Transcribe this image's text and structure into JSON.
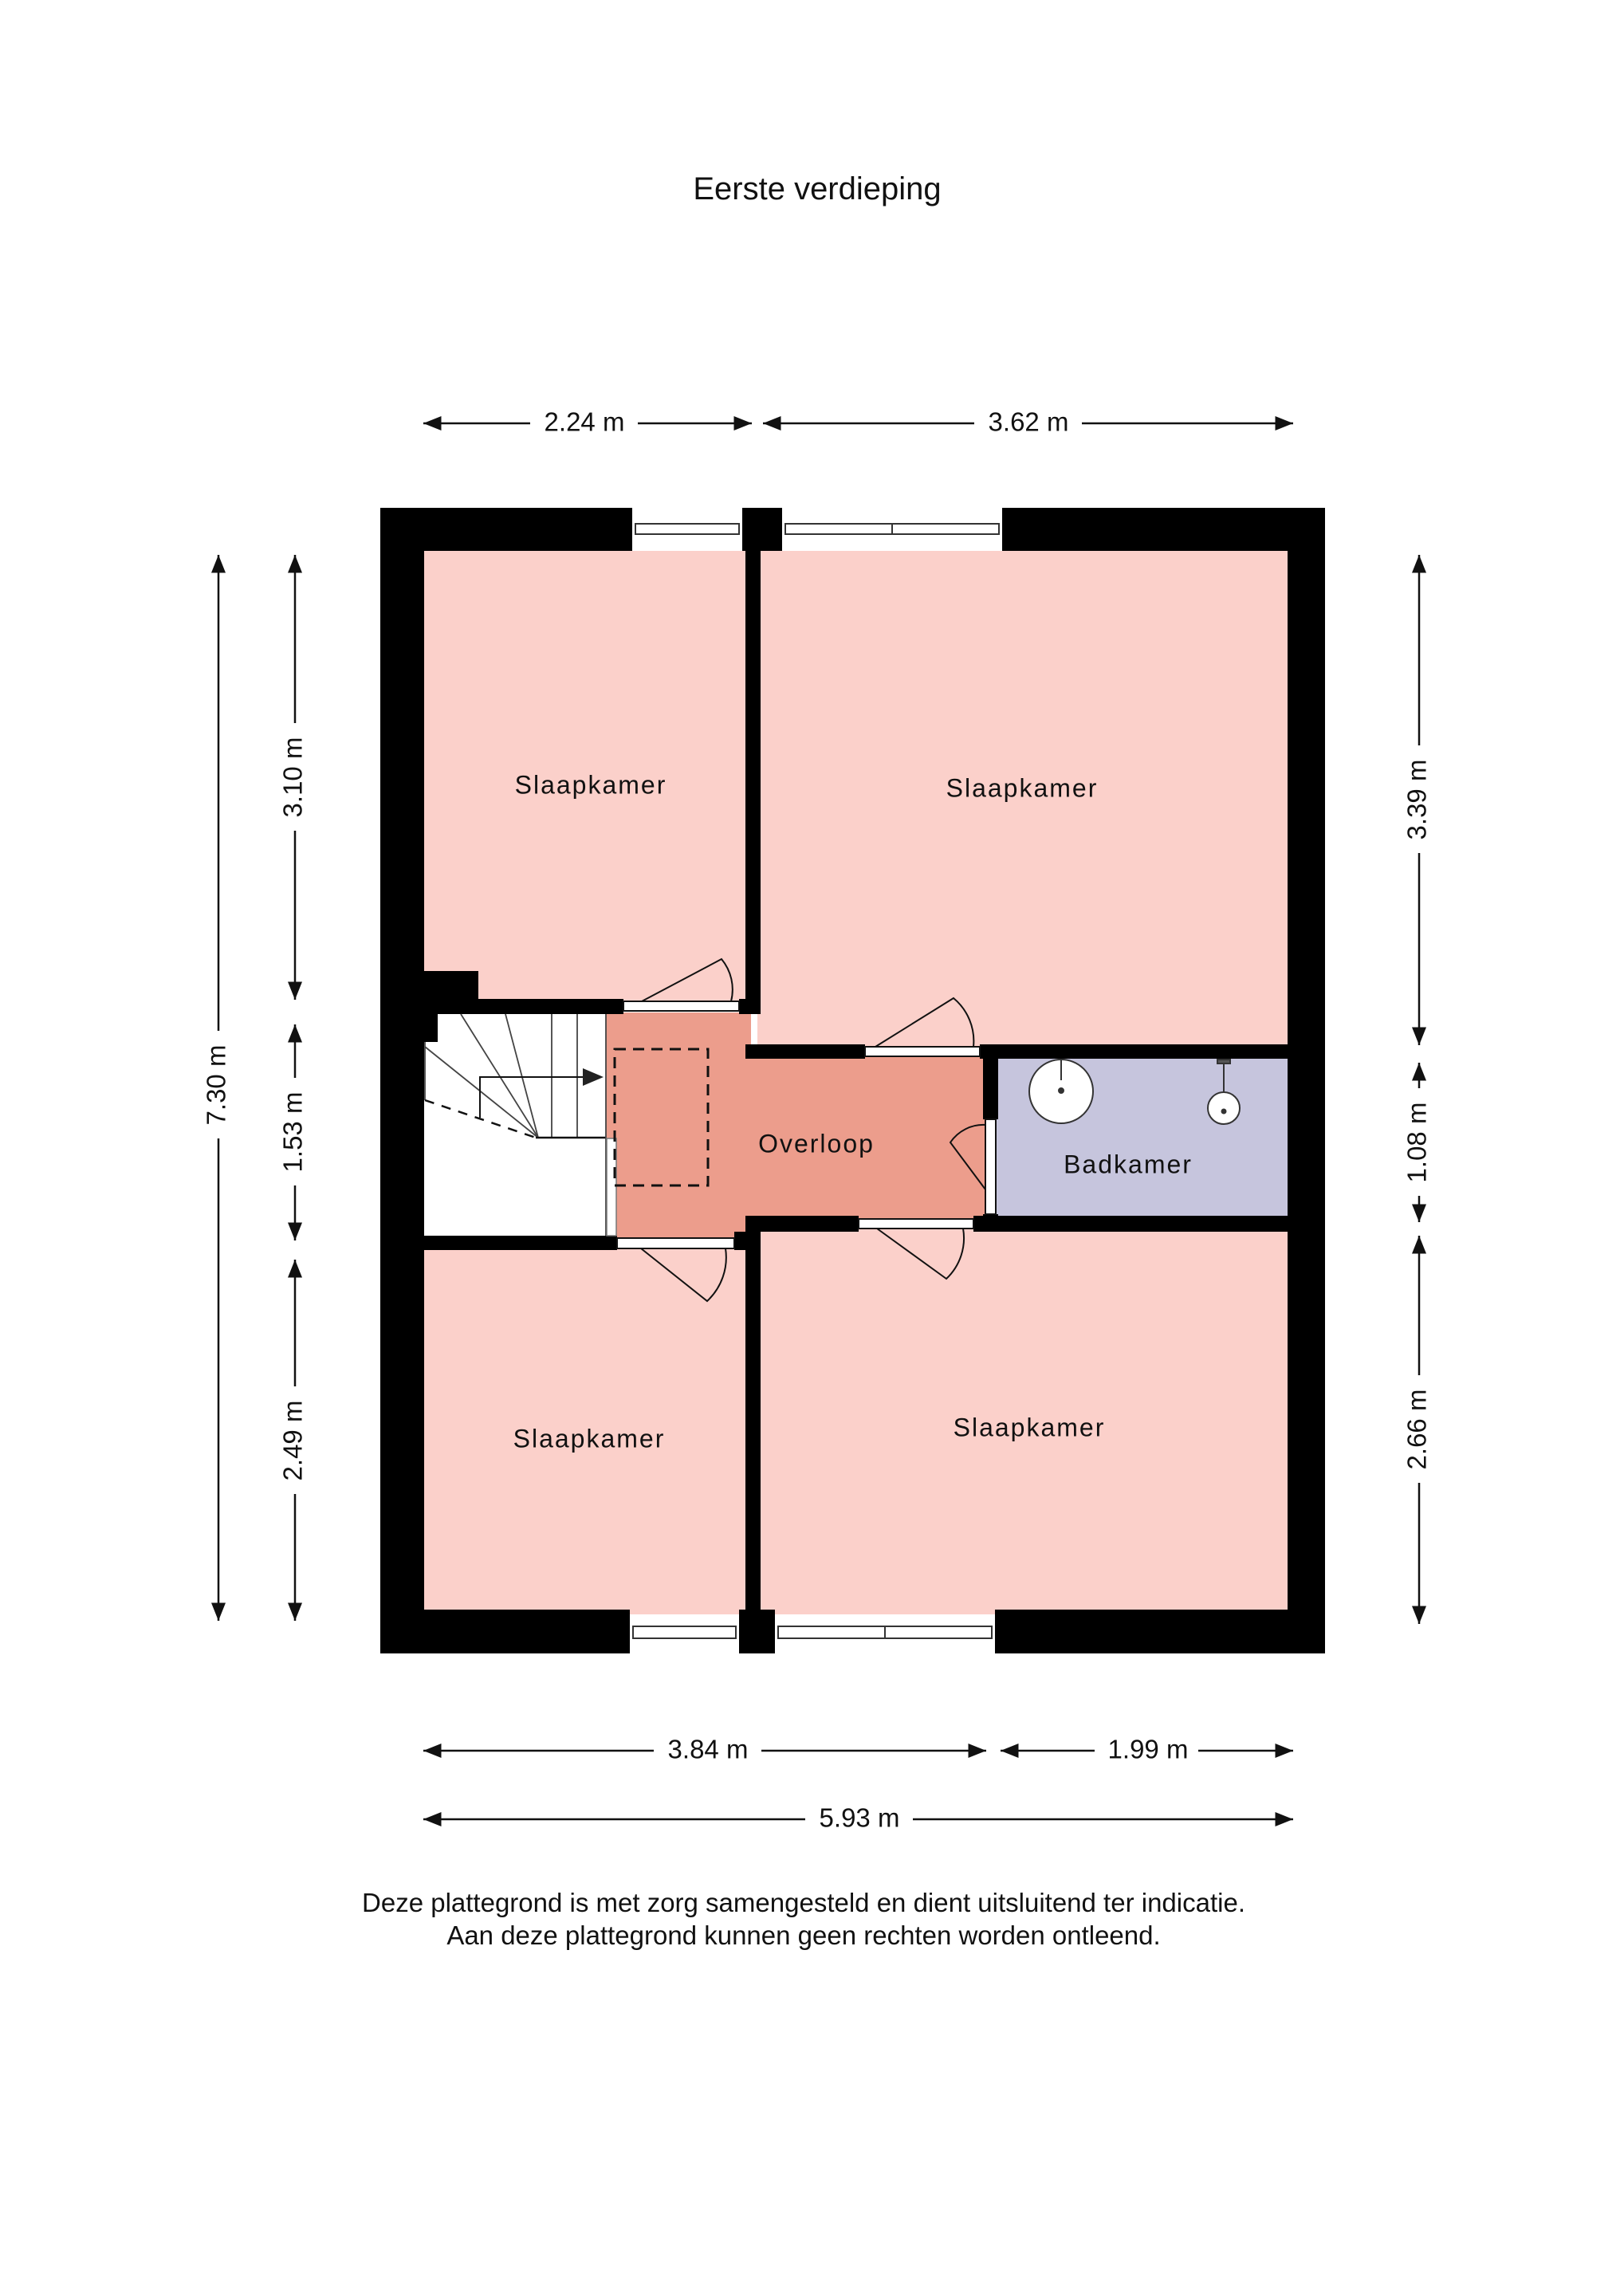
{
  "title": "Eerste verdieping",
  "colors": {
    "bedroom": "#fbd0ca",
    "landing": "#ec9d8c",
    "bathroom": "#c6c5dd",
    "wall": "#000000"
  },
  "rooms": {
    "bedroom_top_left": "Slaapkamer",
    "bedroom_top_right": "Slaapkamer",
    "landing": "Overloop",
    "bathroom": "Badkamer",
    "bedroom_bottom_left": "Slaapkamer",
    "bedroom_bottom_right": "Slaapkamer"
  },
  "dimensions": {
    "top_left": "2.24 m",
    "top_right": "3.62 m",
    "left_total": "7.30 m",
    "left_upper": "3.10 m",
    "left_middle": "1.53 m",
    "left_lower": "2.49 m",
    "right_upper": "3.39 m",
    "right_middle": "1.08 m",
    "right_lower": "2.66 m",
    "bottom_left": "3.84 m",
    "bottom_right": "1.99 m",
    "bottom_total": "5.93 m"
  },
  "disclaimer": {
    "line1": "Deze plattegrond is met zorg samengesteld en dient uitsluitend ter indicatie.",
    "line2": "Aan deze plattegrond kunnen geen rechten worden ontleend."
  }
}
